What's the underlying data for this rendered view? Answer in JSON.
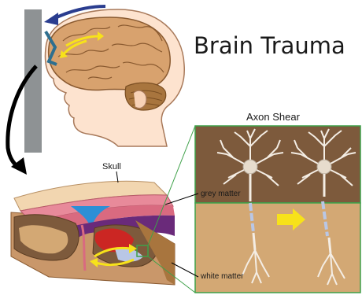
{
  "title": "Brain Trauma",
  "labels": {
    "skull": "Skull",
    "axon_shear": "Axon Shear",
    "grey_matter": "grey matter",
    "white_matter": "white matter"
  },
  "colors": {
    "wall": "#8e9294",
    "skin": "#fde3cf",
    "skin_outline": "#a8795a",
    "brain": "#d8a26e",
    "brain_outline": "#8a5a30",
    "cerebellum": "#a8753e",
    "grey_matter": "#7d5a3c",
    "white_matter": "#d3a874",
    "axon_sheath": "#b9c7e6",
    "arrow_yellow": "#f7e21a",
    "arrow_blue": "#2a3d8f",
    "callout_green": "#3fa14a",
    "skull_bone": "#f2d6b0",
    "meninges": "#e88a9a",
    "bleed": "#d42020",
    "dura_purple": "#6a2a7a"
  }
}
